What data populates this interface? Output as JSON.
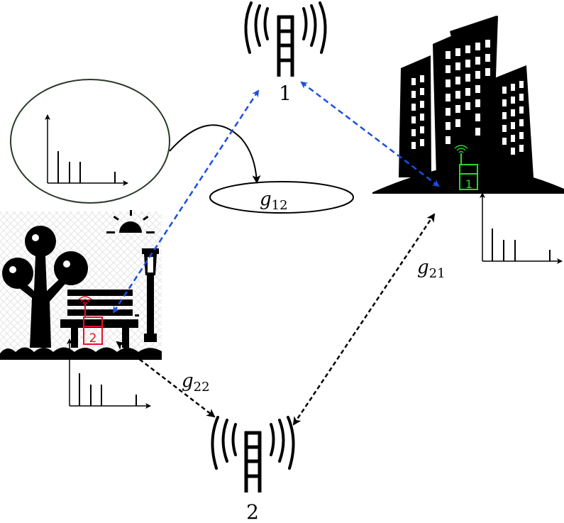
{
  "towers": [
    {
      "label": "1"
    },
    {
      "label": "2"
    }
  ],
  "users": [
    {
      "label": "1",
      "color": "#22dd22"
    },
    {
      "label": "2",
      "color": "#e8102a"
    }
  ],
  "links": [
    {
      "sym": "g",
      "sub": "12",
      "color": "#1a4fe0"
    },
    {
      "sym": "g",
      "sub": "21",
      "color": "#000000"
    },
    {
      "sym": "g",
      "sub": "22",
      "color": "#000000"
    }
  ],
  "colors": {
    "direct_link": "#1a4fe0",
    "cross_link": "#000000"
  }
}
